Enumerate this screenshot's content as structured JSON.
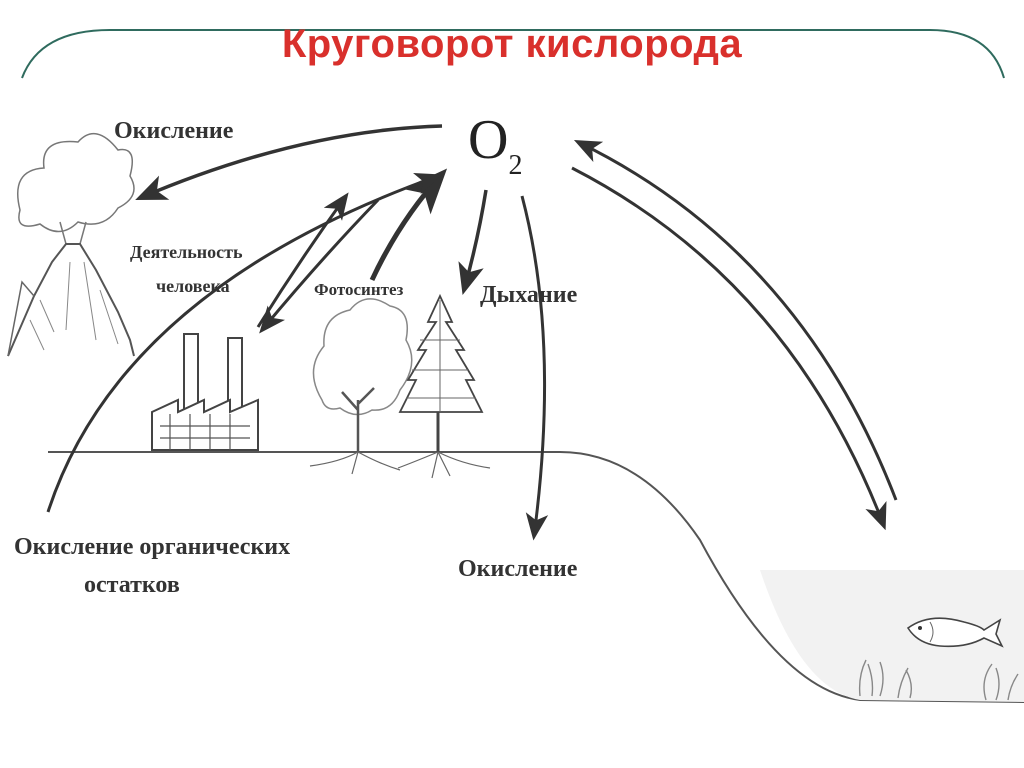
{
  "title": "Круговорот кислорода",
  "formula": {
    "base": "O",
    "subscript": "2"
  },
  "labels": {
    "oxidation_top": "Окисление",
    "human_activity_1": "Деятельность",
    "human_activity_2": "человека",
    "photosynthesis": "Фотосинтез",
    "respiration": "Дыхание",
    "oxidation_organic_1": "Окисление органических",
    "oxidation_organic_2": "остатков",
    "oxidation_bottom": "Окисление"
  },
  "colors": {
    "title": "#d9302c",
    "frame": "#2f6b5e",
    "ink": "#333333",
    "water": "#f2f2f2"
  },
  "icons": [
    "volcano-icon",
    "factory-icon",
    "deciduous-tree-icon",
    "spruce-tree-icon",
    "fish-icon",
    "water-plants-icon"
  ]
}
